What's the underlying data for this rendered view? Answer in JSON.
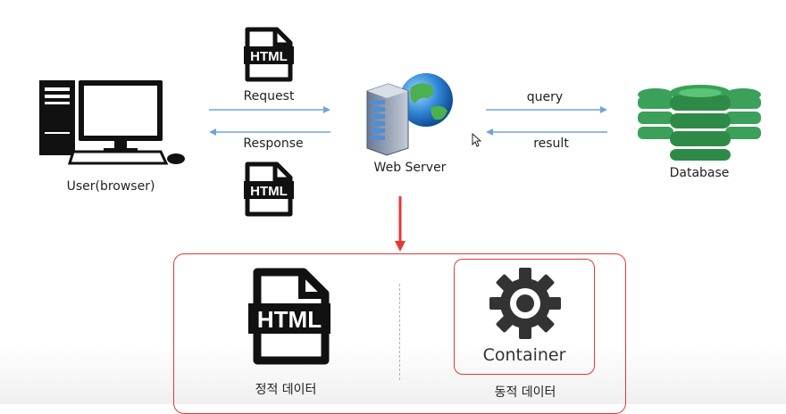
{
  "user": {
    "label": "User(browser)"
  },
  "html_doc_label": "HTML",
  "arrows": {
    "request": "Request",
    "response": "Response",
    "query": "query",
    "result": "result"
  },
  "server": {
    "label": "Web Server"
  },
  "database": {
    "label": "Database"
  },
  "bottom": {
    "static_label": "정적 데이터",
    "dynamic_label": "동적 데이터",
    "container_label": "Container"
  },
  "colors": {
    "arrow_line": "#6fa6d6",
    "highlight_red": "#e53935",
    "db_green": "#2e8b47",
    "doc_black": "#111111"
  },
  "icons": [
    "computer-icon",
    "html-file-icon",
    "server-globe-icon",
    "database-icon",
    "gear-icon",
    "mouse-cursor-icon"
  ]
}
